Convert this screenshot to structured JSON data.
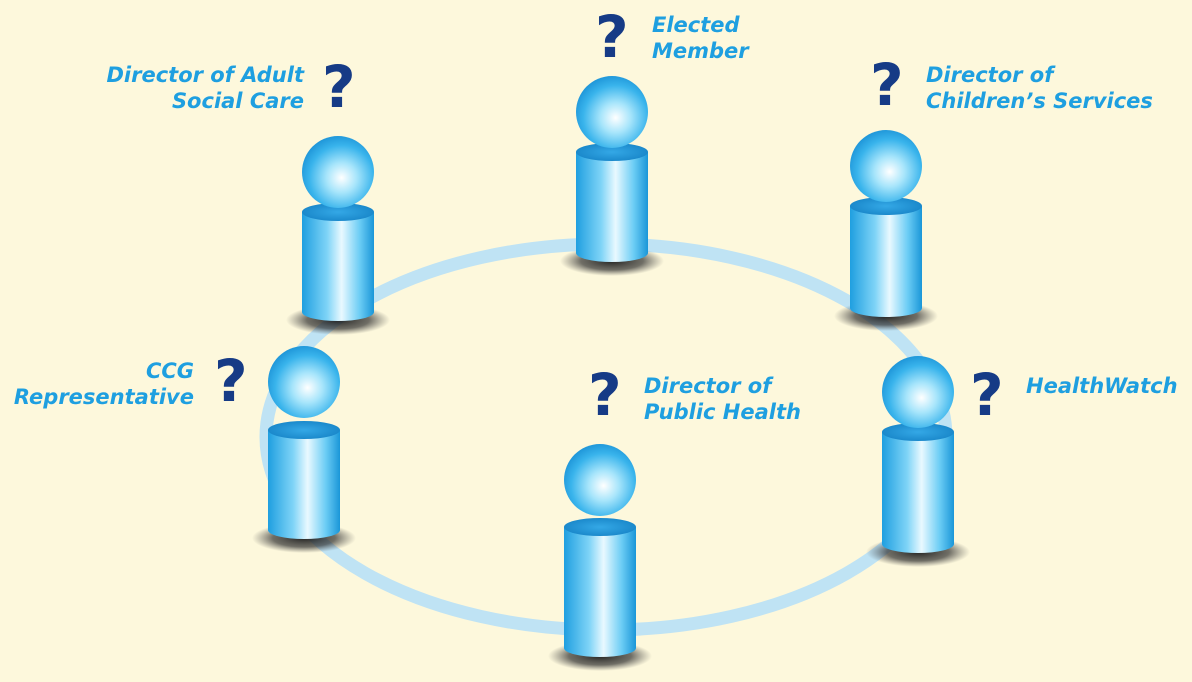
{
  "roles": [
    {
      "id": "adult-social-care",
      "label": "Director of Adult\nSocial Care"
    },
    {
      "id": "elected-member",
      "label": "Elected\nMember"
    },
    {
      "id": "childrens-services",
      "label": "Director of\nChildren’s Services"
    },
    {
      "id": "ccg-representative",
      "label": "CCG\nRepresentative"
    },
    {
      "id": "public-health",
      "label": "Director of\nPublic Health"
    },
    {
      "id": "healthwatch",
      "label": "HealthWatch"
    }
  ],
  "question_mark": "?",
  "colors": {
    "background": "#fdf8dc",
    "ring": "#bfe3f4",
    "figure": "#3ab6ec",
    "label": "#1e9fe0",
    "question": "#163b86"
  }
}
